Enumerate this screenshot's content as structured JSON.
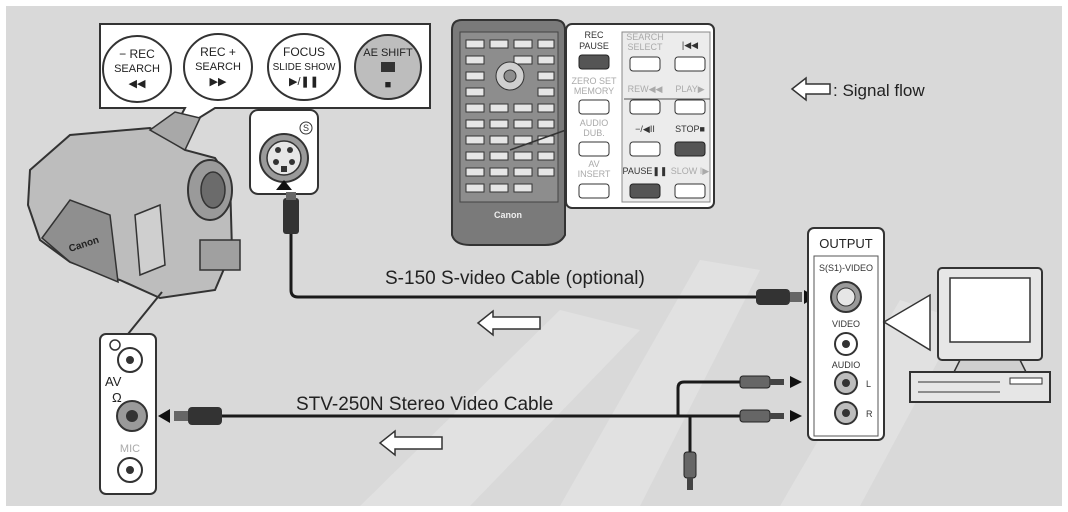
{
  "camcorder_buttons": {
    "rec_search_minus": {
      "line1": "− REC",
      "line2": "SEARCH",
      "line3": "◀◀"
    },
    "rec_search_plus": {
      "line1": "REC +",
      "line2": "SEARCH",
      "line3": "▶▶"
    },
    "focus": {
      "line1": "FOCUS",
      "line2": "SLIDE SHOW",
      "line3": "▶/❚❚"
    },
    "ae_shift": {
      "line1": "AE SHIFT",
      "line3": "■"
    }
  },
  "remote_panel": {
    "rec_pause": {
      "line1": "REC",
      "line2": "PAUSE"
    },
    "search_select": {
      "line1": "SEARCH",
      "line2": "SELECT"
    },
    "skip_back": "|◀◀",
    "zero_set_memory": {
      "line1": "ZERO SET",
      "line2": "MEMORY"
    },
    "rew": "REW◀◀",
    "play": "PLAY▶",
    "audio_dub": {
      "line1": "AUDIO",
      "line2": "DUB."
    },
    "slow_back": "−/◀II",
    "stop": "STOP■",
    "av_insert": {
      "line1": "AV",
      "line2": "INSERT"
    },
    "pause": "PAUSE❚❚",
    "slow": "SLOW I▶"
  },
  "remote_brand": "Canon",
  "camera_brand": "Canon",
  "legend_text": ": Signal flow",
  "cable_svideo_label": "S-150 S-video Cable (optional)",
  "cable_av_label": "STV-250N Stereo Video Cable",
  "output_panel": {
    "title": "OUTPUT",
    "svideo": "S(S1)-VIDEO",
    "video": "VIDEO",
    "audio": "AUDIO",
    "left": "L",
    "right": "R"
  },
  "av_panel": {
    "av": "AV",
    "headphone": "Ω",
    "mic": "MIC"
  },
  "svideo_symbol": "S",
  "colors": {
    "background": "#d9d9d9",
    "cable": "#1a1a1a",
    "panel": "#ffffff",
    "button": "#dcdcdc",
    "button_dark": "#555555"
  }
}
